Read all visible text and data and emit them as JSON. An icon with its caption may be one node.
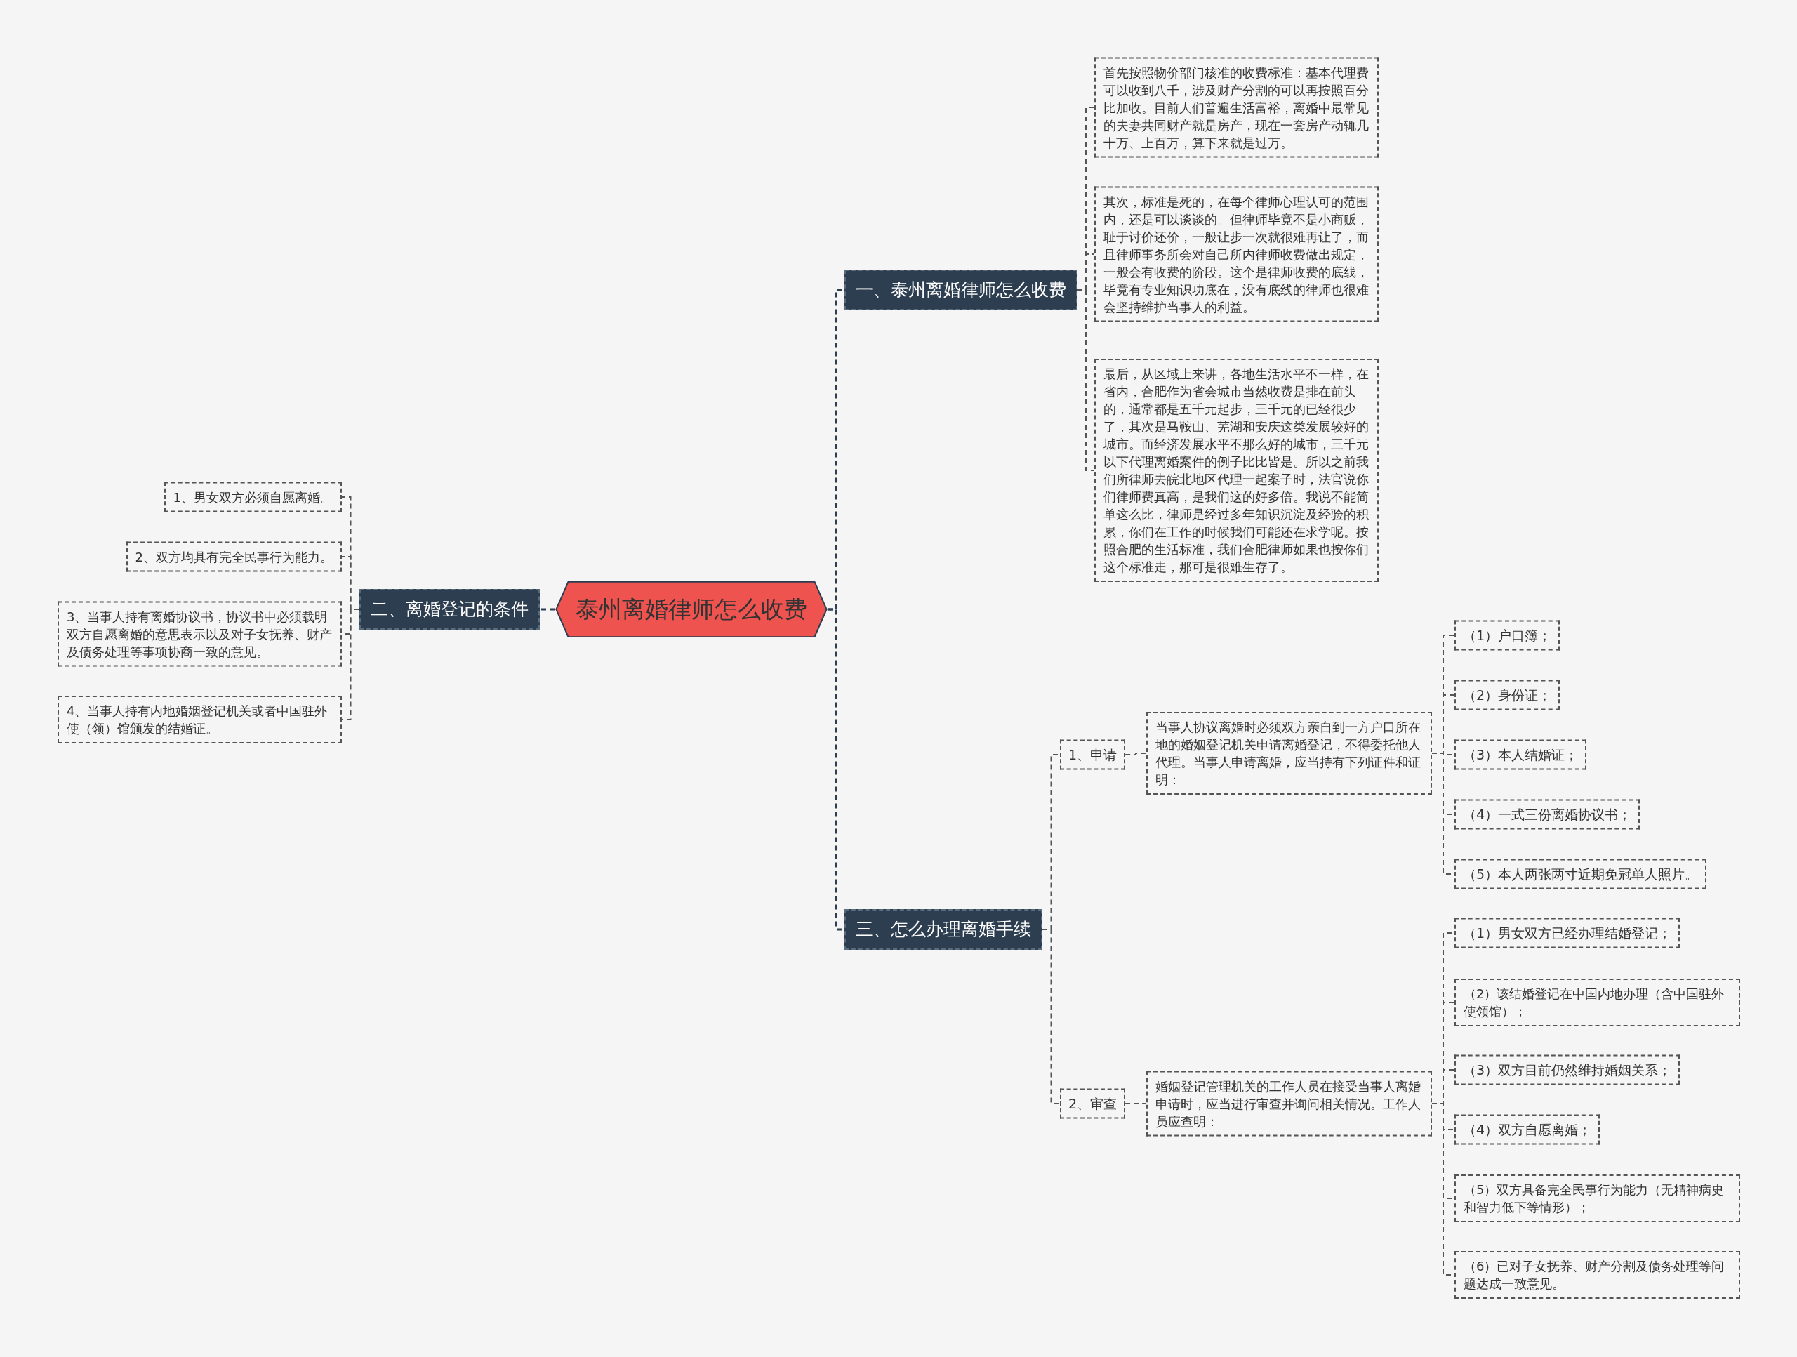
{
  "diagram": {
    "nodes": [
      {
        "text": [
          "泰州离婚律师怎么收费"
        ]
      },
      {
        "text": [
          "一、泰州离婚律师怎么收费"
        ]
      },
      {
        "text": [
          "首先按照物价部门核准的收费标准：基本代理费可以收到八千，涉及财产分割的可以再按照百分比加收。目前人们普遍生活富裕，离婚中最常见的夫妻共同财产就是房产，现在一套房产动辄几十万、上百万，算下来就是过万。"
        ]
      },
      {
        "text": [
          "其次，标准是死的，在每个律师心理认可的范围内，还是可以谈谈的。但律师毕竟不是小商贩，耻于讨价还价，一般让步一次就很难再让了，而且律师事务所会对自己所内律师收费做出规定，一般会有收费的阶段。这个是律师收费的底线，毕竟有专业知识功底在，没有底线的律师也很难会坚持维护当事人的利益。"
        ]
      },
      {
        "text": [
          "最后，从区域上来讲，各地生活水平不一样，在省内，合肥作为省会城市当然收费是排在前头的，通常都是五千元起步，三千元的已经很少了，其次是马鞍山、芜湖和安庆这类发展较好的城市。而经济发展水平不那么好的城市，三千元以下代理离婚案件的例子比比皆是。所以之前我们所律师去皖北地区代理一起案子时，法官说你们律师费真高，是我们这的好多倍。我说不能简单这么比，律师是经过多年知识沉淀及经验的积累，你们在工作的时候我们可能还在求学呢。按照合肥的生活标准，我们合肥律师如果也按你们这个标准走，那可是很难生存了。"
        ]
      },
      {
        "text": [
          "二、离婚登记的条件"
        ]
      },
      {
        "text": [
          "1、男女双方必须自愿离婚。"
        ]
      },
      {
        "text": [
          "2、双方均具有完全民事行为能力。"
        ]
      },
      {
        "text": [
          "3、当事人持有离婚协议书，协议书中必须载明双方自愿离婚的意思表示以及对子女抚养、财产及债务处理等事项协商一致的意见。"
        ]
      },
      {
        "text": [
          "4、当事人持有内地婚姻登记机关或者中国驻外使（领）馆颁发的结婚证。"
        ]
      },
      {
        "text": [
          "三、怎么办理离婚手续"
        ]
      },
      {
        "text": [
          "1、申请"
        ]
      },
      {
        "text": [
          "当事人协议离婚时必须双方亲自到一方户口所在地的婚姻登记机关申请离婚登记，不得委托他人代理。当事人申请离婚，应当持有下列证件和证明："
        ]
      },
      {
        "text": [
          "（1）户口簿；"
        ]
      },
      {
        "text": [
          "（2）身份证；"
        ]
      },
      {
        "text": [
          "（3）本人结婚证；"
        ]
      },
      {
        "text": [
          "（4）一式三份离婚协议书；"
        ]
      },
      {
        "text": [
          "（5）本人两张两寸近期免冠单人照片。"
        ]
      },
      {
        "text": [
          "2、审查"
        ]
      },
      {
        "text": [
          "婚姻登记管理机关的工作人员在接受当事人离婚申请时，应当进行审查并询问相关情况。工作人员应查明："
        ]
      },
      {
        "text": [
          "（1）男女双方已经办理结婚登记；"
        ]
      },
      {
        "text": [
          "（2）该结婚登记在中国内地办理（含中国驻外使领馆）；"
        ]
      },
      {
        "text": [
          "（3）双方目前仍然维持婚姻关系；"
        ]
      },
      {
        "text": [
          "（4）双方自愿离婚；"
        ]
      },
      {
        "text": [
          "（5）双方具备完全民事行为能力（无精神病史和智力低下等情形）；"
        ]
      },
      {
        "text": [
          "（6）已对子女抚养、财产分割及债务处理等问题达成一致意见。"
        ]
      }
    ],
    "edges": [
      {
        "from": 0,
        "to": 1,
        "arrow": "none",
        "color": "#2d3e50"
      },
      {
        "from": 1,
        "to": 2,
        "arrow": "none"
      },
      {
        "from": 1,
        "to": 3,
        "arrow": "none"
      },
      {
        "from": 1,
        "to": 4,
        "arrow": "none"
      },
      {
        "from": 0,
        "to": 5,
        "arrow": "none",
        "color": "#2d3e50"
      },
      {
        "from": 5,
        "to": 6,
        "arrow": "none"
      },
      {
        "from": 5,
        "to": 7,
        "arrow": "none"
      },
      {
        "from": 5,
        "to": 8,
        "arrow": "none"
      },
      {
        "from": 5,
        "to": 9,
        "arrow": "none"
      },
      {
        "from": 0,
        "to": 10,
        "arrow": "none",
        "color": "#2d3e50"
      },
      {
        "from": 10,
        "to": 11,
        "arrow": "none"
      },
      {
        "from": 11,
        "to": 12,
        "arrow": "none"
      },
      {
        "from": 12,
        "to": 13,
        "arrow": "none"
      },
      {
        "from": 12,
        "to": 14,
        "arrow": "none"
      },
      {
        "from": 12,
        "to": 15,
        "arrow": "none"
      },
      {
        "from": 12,
        "to": 16,
        "arrow": "none"
      },
      {
        "from": 12,
        "to": 17,
        "arrow": "none"
      },
      {
        "from": 10,
        "to": 18,
        "arrow": "none"
      },
      {
        "from": 18,
        "to": 19,
        "arrow": "none"
      },
      {
        "from": 19,
        "to": 20,
        "arrow": "none"
      },
      {
        "from": 19,
        "to": 21,
        "arrow": "none"
      },
      {
        "from": 19,
        "to": 22,
        "arrow": "none"
      },
      {
        "from": 19,
        "to": 23,
        "arrow": "none"
      },
      {
        "from": 19,
        "to": 24,
        "arrow": "none"
      },
      {
        "from": 19,
        "to": 25,
        "arrow": "none"
      }
    ]
  }
}
